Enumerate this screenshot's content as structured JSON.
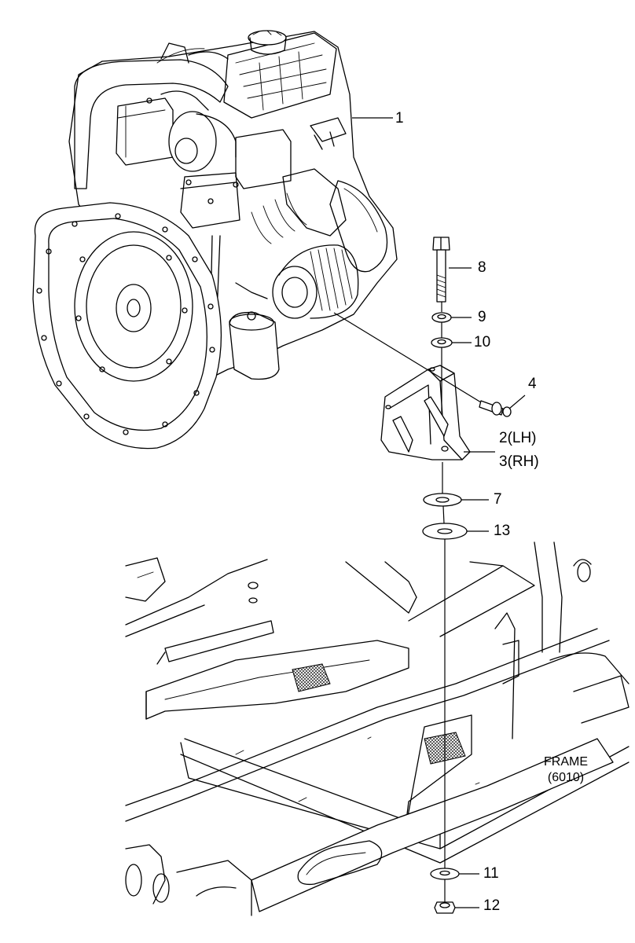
{
  "callouts": [
    {
      "id": "1",
      "text": "1"
    },
    {
      "id": "8",
      "text": "8"
    },
    {
      "id": "9",
      "text": "9"
    },
    {
      "id": "10",
      "text": "10"
    },
    {
      "id": "4",
      "text": "4"
    },
    {
      "id": "2",
      "text": "2(LH)"
    },
    {
      "id": "3",
      "text": "3(RH)"
    },
    {
      "id": "7",
      "text": "7"
    },
    {
      "id": "13",
      "text": "13"
    },
    {
      "id": "11",
      "text": "11"
    },
    {
      "id": "12",
      "text": "12"
    }
  ],
  "frame": {
    "name": "FRAME",
    "code": "(6010)"
  }
}
